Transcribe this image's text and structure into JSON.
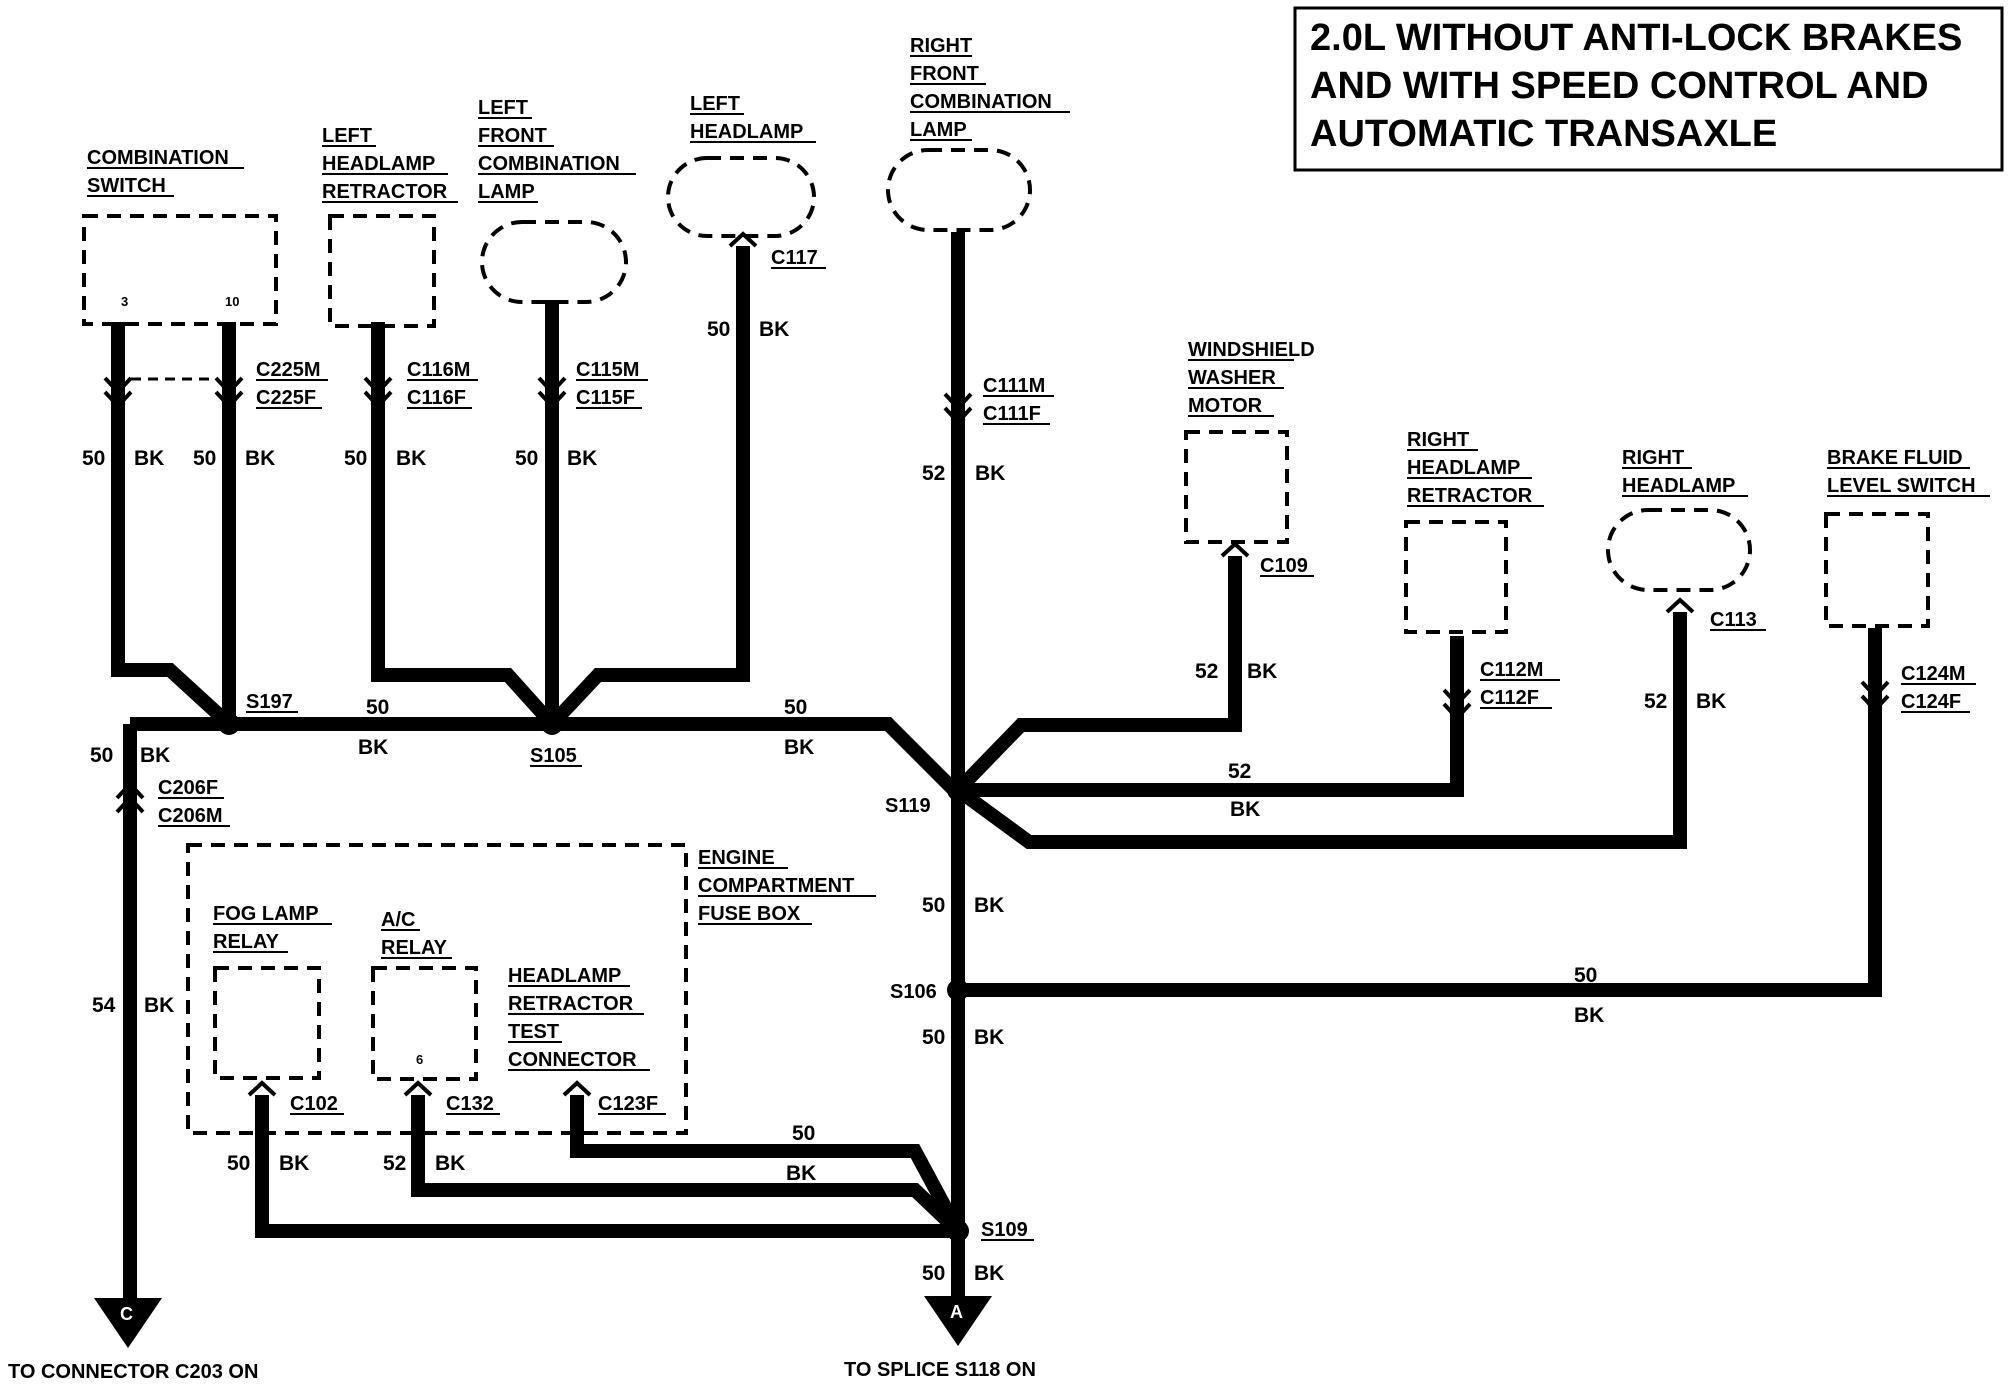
{
  "title": [
    "2.0L WITHOUT ANTI-LOCK BRAKES",
    "AND WITH SPEED CONTROL AND",
    "AUTOMATIC TRANSAXLE"
  ],
  "components": {
    "combination_switch": {
      "lines": [
        "COMBINATION",
        "SWITCH"
      ],
      "pins": [
        "3",
        "10"
      ]
    },
    "left_headlamp_retractor": {
      "lines": [
        "LEFT",
        "HEADLAMP",
        "RETRACTOR"
      ]
    },
    "left_front_combination_lamp": {
      "lines": [
        "LEFT",
        "FRONT",
        "COMBINATION",
        "LAMP"
      ]
    },
    "left_headlamp": {
      "lines": [
        "LEFT",
        "HEADLAMP"
      ]
    },
    "right_front_combination_lamp": {
      "lines": [
        "RIGHT",
        "FRONT",
        "COMBINATION",
        "LAMP"
      ]
    },
    "windshield_washer_motor": {
      "lines": [
        "WINDSHIELD",
        "WASHER",
        "MOTOR"
      ]
    },
    "right_headlamp_retractor": {
      "lines": [
        "RIGHT",
        "HEADLAMP",
        "RETRACTOR"
      ]
    },
    "right_headlamp": {
      "lines": [
        "RIGHT",
        "HEADLAMP"
      ]
    },
    "brake_fluid_level_switch": {
      "lines": [
        "BRAKE FLUID",
        "LEVEL SWITCH"
      ]
    },
    "engine_compartment_fuse_box": {
      "lines": [
        "ENGINE",
        "COMPARTMENT",
        "FUSE BOX"
      ]
    },
    "fog_lamp_relay": {
      "lines": [
        "FOG LAMP",
        "RELAY"
      ]
    },
    "ac_relay": {
      "lines": [
        "A/C",
        "RELAY"
      ],
      "pin": "6"
    },
    "headlamp_retractor_test_connector": {
      "lines": [
        "HEADLAMP",
        "RETRACTOR",
        "TEST",
        "CONNECTOR"
      ]
    }
  },
  "connectors": {
    "c225": [
      "C225M",
      "C225F"
    ],
    "c116": [
      "C116M",
      "C116F"
    ],
    "c115": [
      "C115M",
      "C115F"
    ],
    "c117": "C117",
    "c111": [
      "C111M",
      "C111F"
    ],
    "c109": "C109",
    "c112": [
      "C112M",
      "C112F"
    ],
    "c113": "C113",
    "c124": [
      "C124M",
      "C124F"
    ],
    "c206": [
      "C206F",
      "C206M"
    ],
    "c102": "C102",
    "c132": "C132",
    "c123f": "C123F"
  },
  "splices": {
    "s197": "S197",
    "s105": "S105",
    "s119": "S119",
    "s106": "S106",
    "s109": "S109"
  },
  "wires": {
    "w1": [
      "50",
      "BK"
    ],
    "w2": [
      "50",
      "BK"
    ],
    "w3": [
      "50",
      "BK"
    ],
    "w4": [
      "50",
      "BK"
    ],
    "w5": [
      "50",
      "BK"
    ],
    "w6": [
      "52",
      "BK"
    ],
    "w7": [
      "50",
      "BK"
    ],
    "w8": [
      "50",
      "BK"
    ],
    "w9": [
      "50",
      "BK"
    ],
    "w10": [
      "52",
      "BK"
    ],
    "w11": [
      "52",
      "BK"
    ],
    "w12": [
      "52",
      "BK"
    ],
    "w13": [
      "50",
      "BK"
    ],
    "w14": [
      "50",
      "BK"
    ],
    "w15": [
      "50",
      "BK"
    ],
    "w16": [
      "54",
      "BK"
    ],
    "w17": [
      "50",
      "BK"
    ],
    "w18": [
      "52",
      "BK"
    ],
    "w19": [
      "50",
      "BK"
    ],
    "w20": [
      "50",
      "BK"
    ]
  },
  "arrows": {
    "c": "C",
    "a": "A"
  },
  "footer": {
    "left": "TO CONNECTOR C203 ON",
    "right": "TO SPLICE S118 ON"
  }
}
